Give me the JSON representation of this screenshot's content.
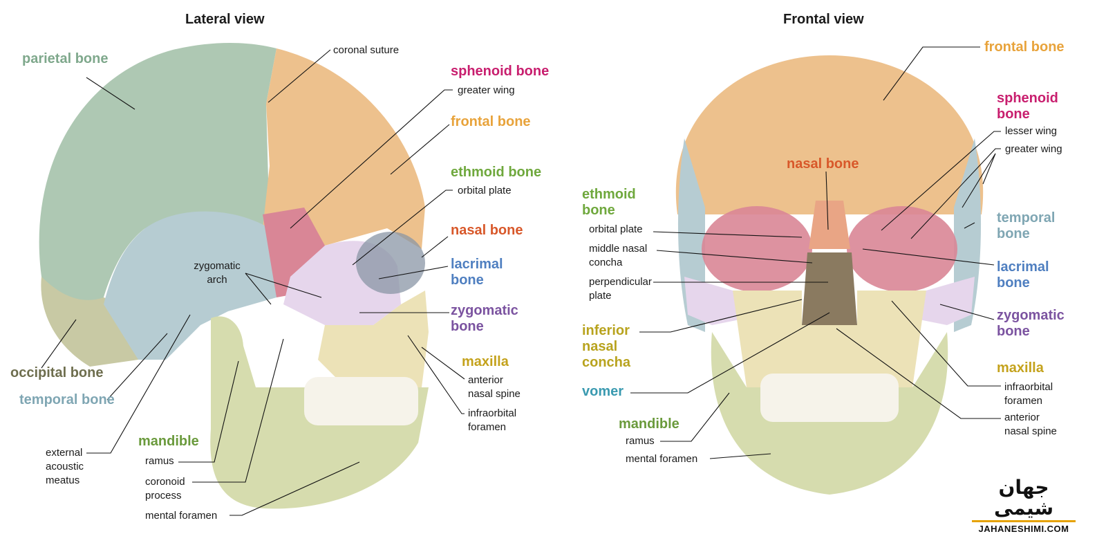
{
  "titles": {
    "lateral": "Lateral view",
    "frontal": "Frontal view"
  },
  "colors": {
    "frontal": "#e8a33b",
    "sphenoid": "#c81e6e",
    "ethmoid": "#6fa83d",
    "nasal": "#d8582a",
    "lacrimal": "#4f7fc0",
    "zygomatic": "#7b53a0",
    "maxilla": "#c4a21c",
    "parietal": "#7fa88c",
    "occipital": "#6e6e4e",
    "temporal": "#7fa6b3",
    "mandible": "#6a9a3c",
    "vomer": "#3a9ab0",
    "inferior_concha": "#b8a31e",
    "logo_accent": "#e6a200"
  },
  "lateral": {
    "parietal_bone": "parietal bone",
    "coronal_suture": "coronal suture",
    "sphenoid_bone": "sphenoid bone",
    "greater_wing": "greater wing",
    "frontal_bone": "frontal bone",
    "ethmoid_bone": "ethmoid bone",
    "orbital_plate": "orbital plate",
    "nasal_bone": "nasal bone",
    "lacrimal_bone": [
      "lacrimal",
      "bone"
    ],
    "zygomatic_bone": [
      "zygomatic",
      "bone"
    ],
    "zygomatic_arch": [
      "zygomatic",
      "arch"
    ],
    "maxilla": "maxilla",
    "anterior_nasal_spine": [
      "anterior",
      "nasal spine"
    ],
    "infraorbital_foramen": [
      "infraorbital",
      "foramen"
    ],
    "occipital_bone": "occipital bone",
    "temporal_bone": "temporal bone",
    "external_acoustic_meatus": [
      "external",
      "acoustic",
      "meatus"
    ],
    "mandible": "mandible",
    "ramus": "ramus",
    "coronoid_process": [
      "coronoid",
      "process"
    ],
    "mental_foramen": "mental foramen"
  },
  "frontal": {
    "frontal_bone": "frontal bone",
    "sphenoid_bone": [
      "sphenoid",
      "bone"
    ],
    "lesser_wing": "lesser wing",
    "greater_wing": "greater wing",
    "nasal_bone": "nasal bone",
    "ethmoid_bone": [
      "ethmoid",
      "bone"
    ],
    "orbital_plate": "orbital plate",
    "middle_nasal_concha": [
      "middle nasal",
      "concha"
    ],
    "perpendicular_plate": [
      "perpendicular",
      "plate"
    ],
    "inferior_nasal_concha": [
      "inferior",
      "nasal",
      "concha"
    ],
    "vomer": "vomer",
    "temporal_bone": [
      "temporal",
      "bone"
    ],
    "lacrimal_bone": [
      "lacrimal",
      "bone"
    ],
    "zygomatic_bone": [
      "zygomatic",
      "bone"
    ],
    "maxilla": "maxilla",
    "infraorbital_foramen": [
      "infraorbital",
      "foramen"
    ],
    "anterior_nasal_spine": [
      "anterior",
      "nasal spine"
    ],
    "mandible": "mandible",
    "ramus": "ramus",
    "mental_foramen": "mental foramen"
  },
  "logo": {
    "persian": "جهان شیمی",
    "latin": "JAHANESHIMI.COM"
  }
}
